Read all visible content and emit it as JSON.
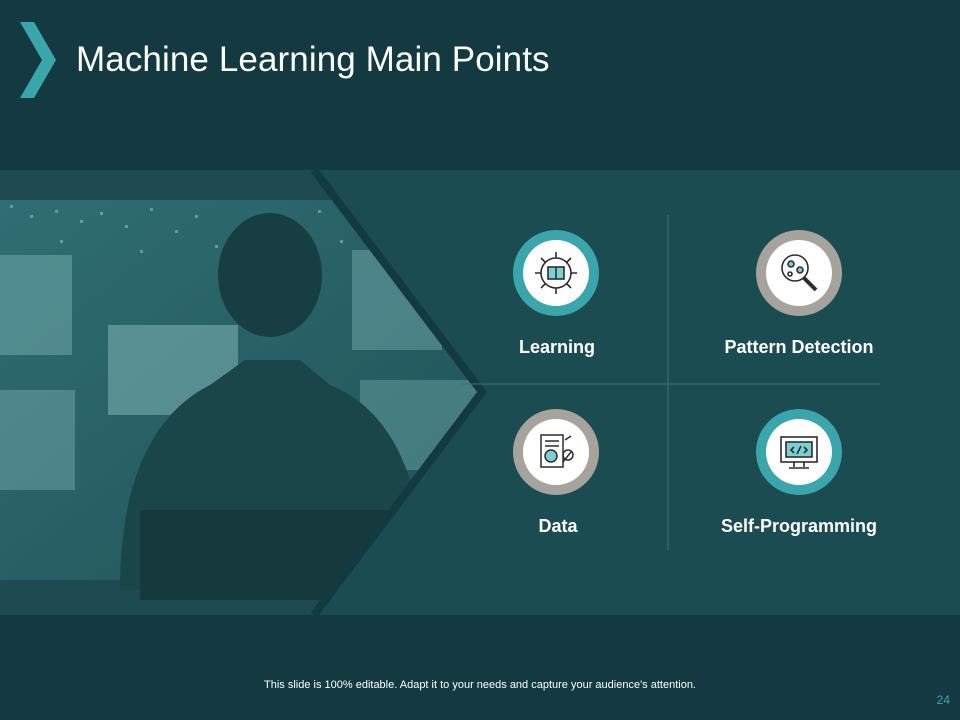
{
  "slide": {
    "title": "Machine Learning Main Points",
    "page_number": "24",
    "footer_note": "This slide is 100% editable. Adapt it to your needs and capture your audience's attention."
  },
  "points": [
    {
      "label": "Learning",
      "icon": "gear-book-icon"
    },
    {
      "label": "Pattern Detection",
      "icon": "magnifier-pattern-icon"
    },
    {
      "label": "Data",
      "icon": "data-analysis-icon"
    },
    {
      "label": "Self-Programming",
      "icon": "monitor-code-icon"
    }
  ],
  "colors": {
    "background": "#133a40",
    "panel": "#1b4c52",
    "accent": "#3aa6ac",
    "ring_gray": "#a6a39c",
    "text": "#ffffff"
  }
}
